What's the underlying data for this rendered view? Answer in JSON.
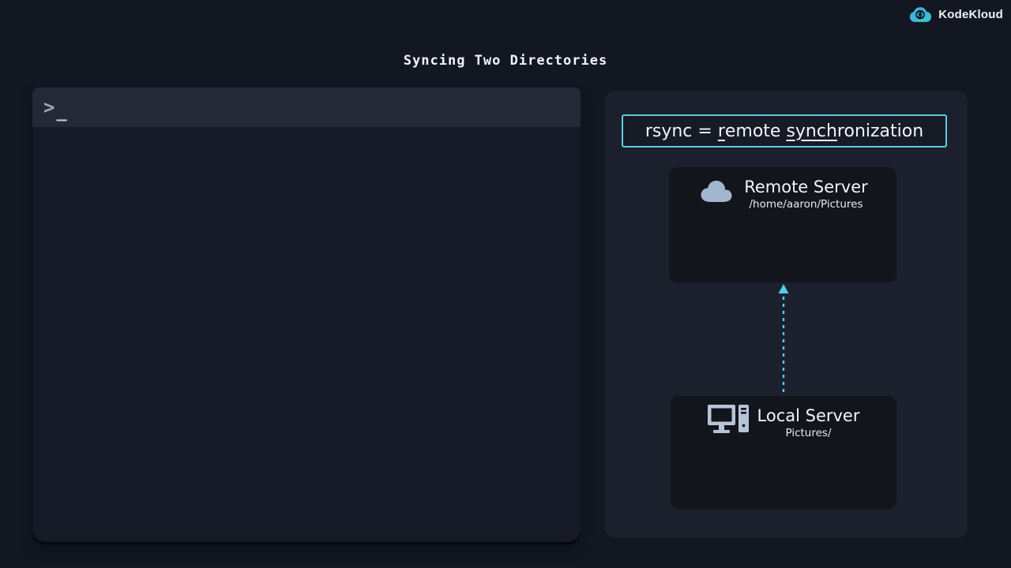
{
  "page": {
    "title": "Syncing Two Directories"
  },
  "brand": {
    "name": "KodeKloud",
    "icon": "kodekloud-cloud-icon",
    "gradient": [
      "#4aa3e8",
      "#2fd1c0"
    ]
  },
  "terminal": {
    "prompt": ">",
    "cursor": "_"
  },
  "diagram": {
    "formula": {
      "lead": "rsync = ",
      "remote_underlined": "r",
      "remote_rest": "emote ",
      "sync_underlined": "synch",
      "sync_rest": "ronization"
    },
    "remote_server": {
      "title": "Remote Server",
      "path": "/home/aaron/Pictures",
      "icon": "cloud-icon"
    },
    "local_server": {
      "title": "Local Server",
      "path": "Pictures/",
      "icon": "computer-icon"
    },
    "arrow": {
      "direction": "up",
      "style": "dashed"
    }
  },
  "colors": {
    "background": "#131722",
    "terminal_body": "#161a26",
    "terminal_header": "#242938",
    "panel": "#1b202c",
    "card": "#13151d",
    "accent_border": "#5ccde2",
    "arrow": "#55c8f0",
    "icon": "#a3b6d0",
    "text": "#f2f5f9"
  }
}
